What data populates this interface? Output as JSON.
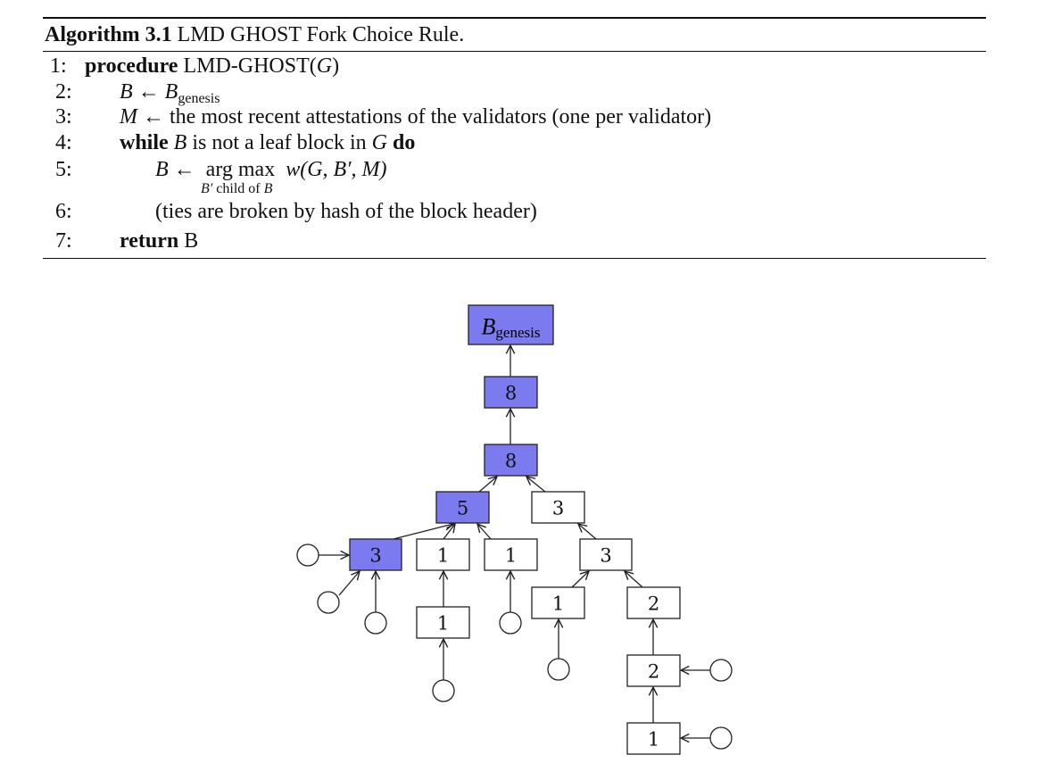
{
  "algorithm": {
    "caption_bold": "Algorithm 3.1",
    "caption_text": "LMD GHOST Fork Choice Rule.",
    "lines": [
      {
        "num": "1:",
        "kw": "procedure",
        "text": "LMD-GHOST(",
        "var": "G",
        "end": ")"
      },
      {
        "num": "2:",
        "lhs": "B",
        "arrow": "←",
        "rhs": "B",
        "sub": "genesis"
      },
      {
        "num": "3:",
        "lhs": "M",
        "arrow": "←",
        "text": "the most recent attestations of the validators (one per validator)"
      },
      {
        "num": "4:",
        "kw": "while",
        "var": "B",
        "text": "is not a leaf block in",
        "var2": "G",
        "kw2": "do"
      },
      {
        "num": "5:",
        "lhs": "B",
        "arrow": "←",
        "op": "arg max",
        "expr": "w(G, B′, M)",
        "under_var": "B′",
        "under_text": "child of",
        "under_var2": "B"
      },
      {
        "num": "6:",
        "text": "(ties are broken by hash of the block header)"
      },
      {
        "num": "7:",
        "kw": "return",
        "text": "B"
      }
    ]
  },
  "diagram": {
    "highlight_color": "#7b7bef",
    "genesis": {
      "label": "B",
      "sub": "genesis"
    },
    "nodes": [
      {
        "id": "a8",
        "weight": "8",
        "highlighted": true
      },
      {
        "id": "b8",
        "weight": "8",
        "highlighted": true
      },
      {
        "id": "c5",
        "weight": "5",
        "highlighted": true
      },
      {
        "id": "c3",
        "weight": "3",
        "highlighted": false
      },
      {
        "id": "d3",
        "weight": "3",
        "highlighted": true
      },
      {
        "id": "d1a",
        "weight": "1",
        "highlighted": false
      },
      {
        "id": "d1b",
        "weight": "1",
        "highlighted": false
      },
      {
        "id": "d3r",
        "weight": "3",
        "highlighted": false
      },
      {
        "id": "e1",
        "weight": "1",
        "highlighted": false
      },
      {
        "id": "e2",
        "weight": "2",
        "highlighted": false
      },
      {
        "id": "f1",
        "weight": "1",
        "highlighted": false
      },
      {
        "id": "g2",
        "weight": "2",
        "highlighted": false
      },
      {
        "id": "h1",
        "weight": "1",
        "highlighted": false
      }
    ]
  }
}
